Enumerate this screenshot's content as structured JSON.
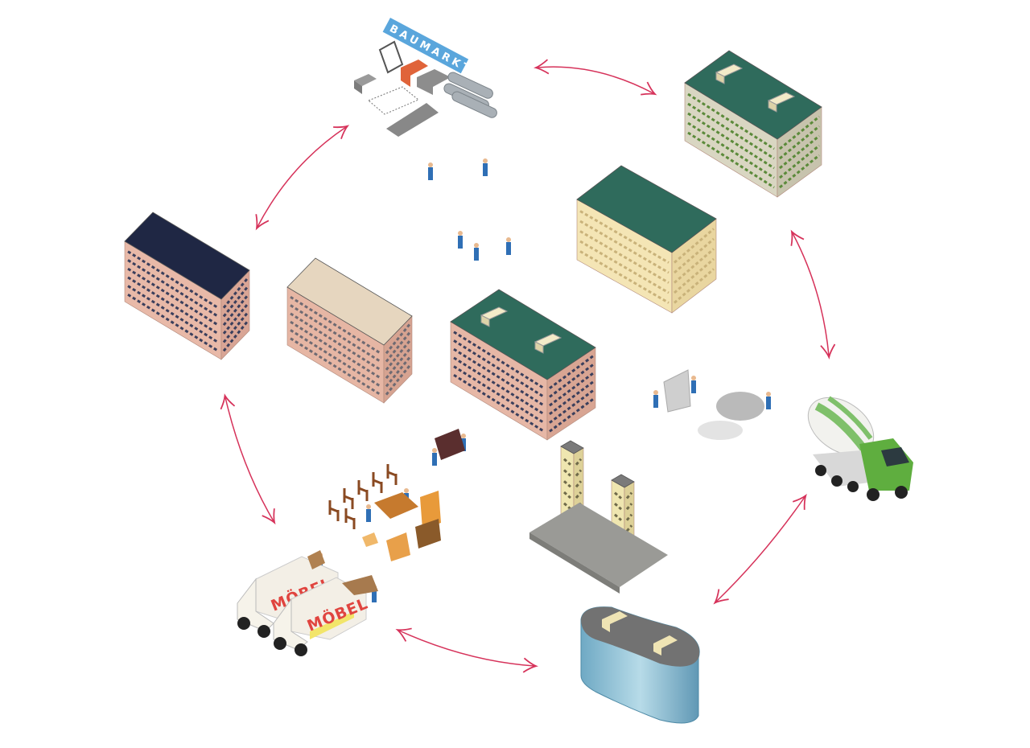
{
  "labels": {
    "hardware_store_sign": "BAUMARKT",
    "van_1_sign": "MÖBEL",
    "van_2_sign": "MÖBEL"
  },
  "colors": {
    "arrow": "#d6325a",
    "roof_green": "#2f6b5c",
    "facade_pink": "#e6b7a6",
    "facade_cream": "#f4e5b5",
    "sign_blue": "#5aa6dc"
  }
}
